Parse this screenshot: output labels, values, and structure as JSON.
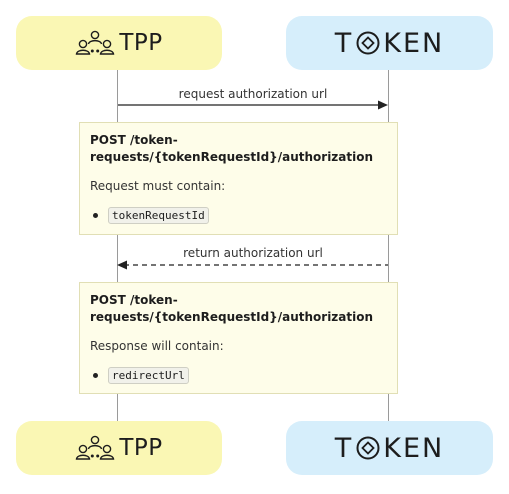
{
  "participants": {
    "tpp": {
      "label": "TPP",
      "icon": "people-group-icon"
    },
    "token": {
      "label_before": "T",
      "label_after": "KEN",
      "logo_icon": "token-logo-o-icon"
    }
  },
  "messages": [
    {
      "label": "request authorization url",
      "from": "TPP",
      "to": "TOKEN",
      "style": "solid"
    },
    {
      "label": "return authorization url",
      "from": "TOKEN",
      "to": "TPP",
      "style": "dashed"
    }
  ],
  "notes": [
    {
      "title": "POST /token-requests/{tokenRequestId}/authorization",
      "text": "Request must contain:",
      "items": [
        "tokenRequestId"
      ]
    },
    {
      "title": "POST /token-requests/{tokenRequestId}/authorization",
      "text": "Response will contain:",
      "items": [
        "redirectUrl"
      ]
    }
  ],
  "colors": {
    "tpp_fill": "#faf7b4",
    "token_fill": "#d6eefb",
    "note_fill": "#fefde9",
    "lifeline": "#9a9a9a"
  }
}
